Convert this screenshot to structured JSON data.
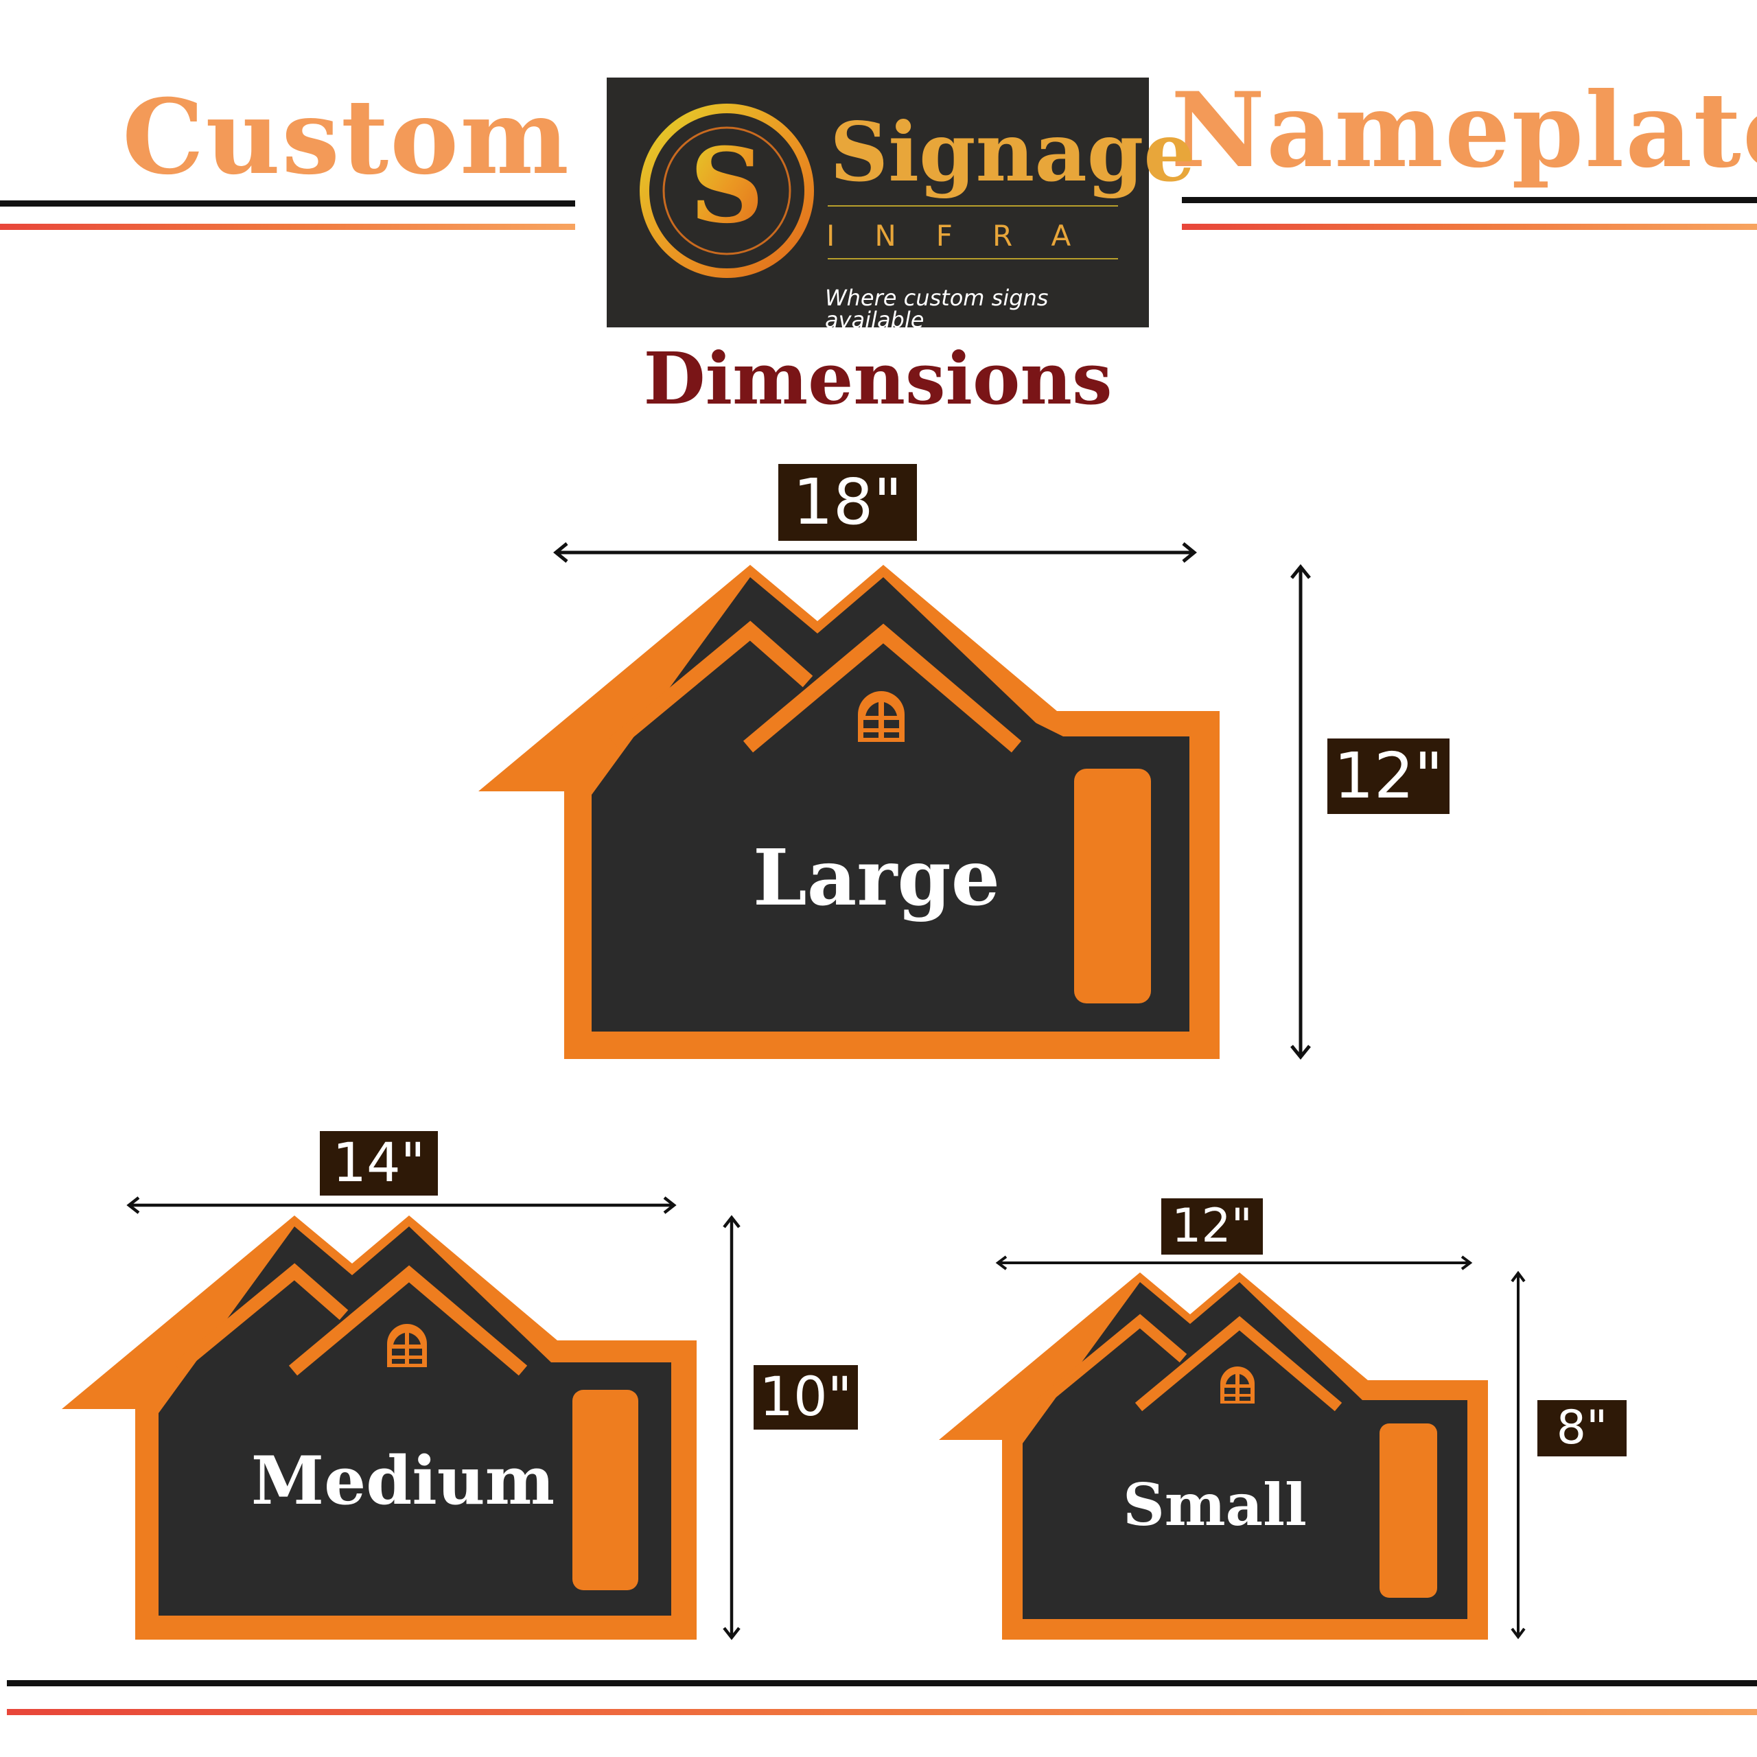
{
  "header": {
    "left_title": "Custom",
    "right_title": "Nameplate",
    "subtitle": "Dimensions"
  },
  "logo": {
    "monogram": "S",
    "brand": "Signage",
    "sub": "INFRA",
    "tagline": "Where custom signs available",
    "icon": "circle-s-monogram-icon"
  },
  "sizes": [
    {
      "label": "Large",
      "width": "18\"",
      "height": "12\""
    },
    {
      "label": "Medium",
      "width": "14\"",
      "height": "10\""
    },
    {
      "label": "Small",
      "width": "12\"",
      "height": "8\""
    }
  ],
  "colors": {
    "accent_orange": "#ee7d1f",
    "plate_dark": "#2b2b2b",
    "title_orange": "#f39a58",
    "subtitle_maroon": "#7a1517",
    "badge_brown": "#2e1907"
  }
}
